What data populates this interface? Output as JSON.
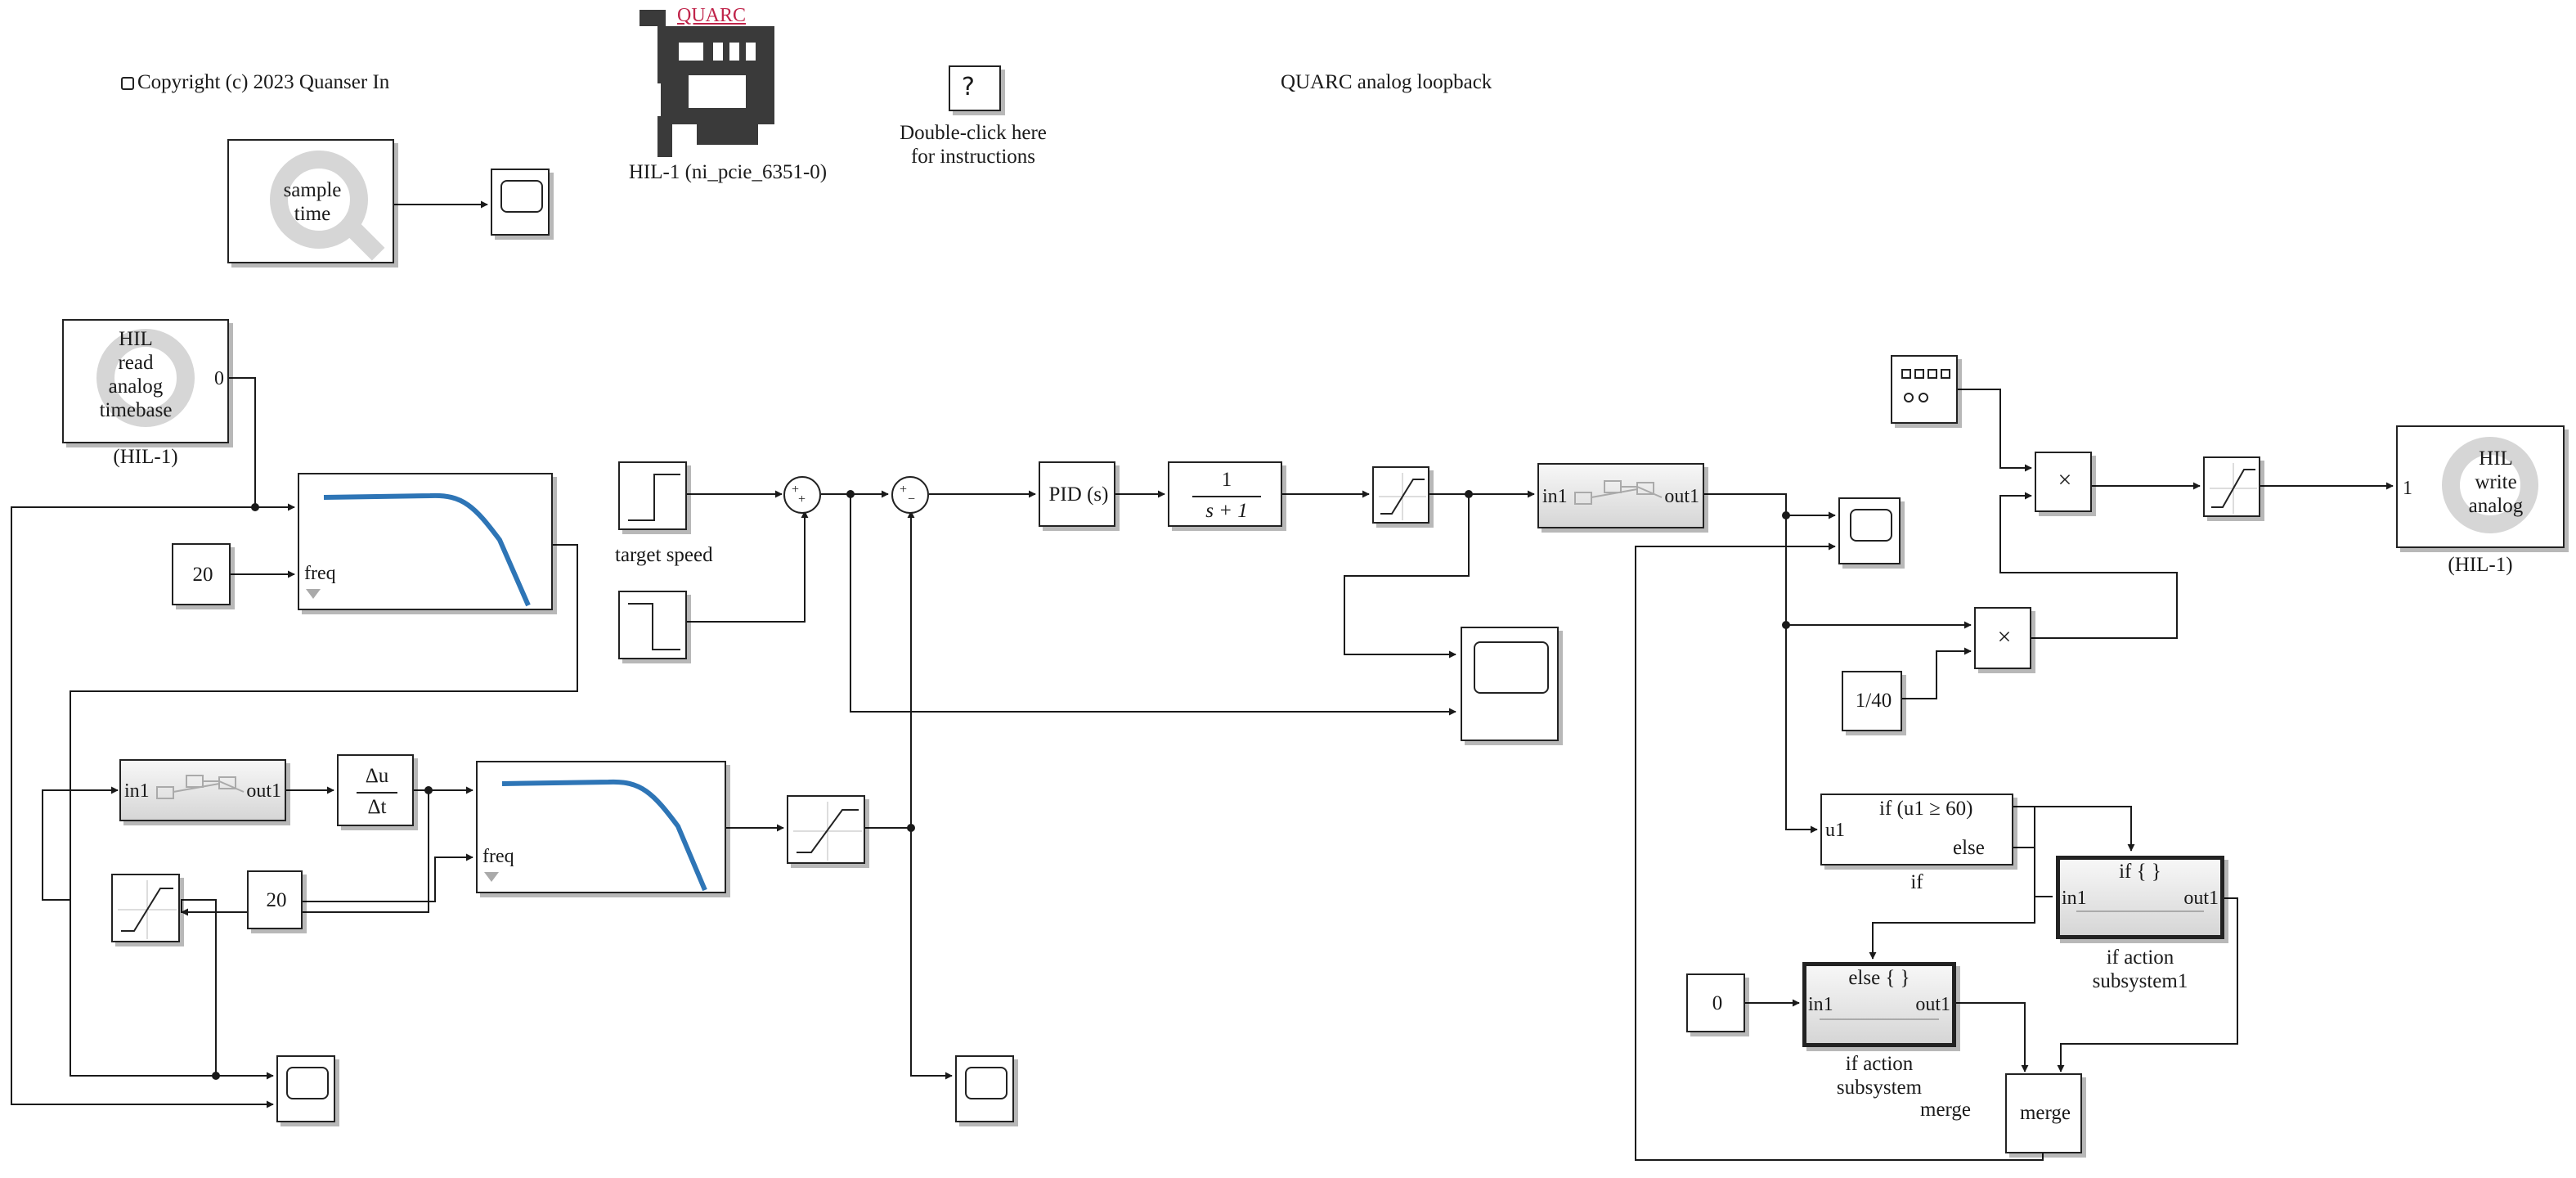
{
  "header": {
    "copyright": "Copyright (c) 2023 Quanser In",
    "quarc_logo_text": "QUARC",
    "hil_board_label": "HIL-1 (ni_pcie_6351-0)",
    "instructions_label_line1": "Double-click here",
    "instructions_label_line2": "for instructions",
    "model_title": "QUARC analog loopback"
  },
  "blocks": {
    "sample_time": {
      "line1": "sample",
      "line2": "time"
    },
    "hil_read_timebase": {
      "line1": "HIL",
      "line2": "read",
      "line3": "analog",
      "line4": "timebase",
      "port": "0",
      "caption": "(HIL-1)"
    },
    "freq_const_top": {
      "value": "20"
    },
    "freq_const_bottom": {
      "value": "20"
    },
    "chirp_top": {
      "port": "freq"
    },
    "chirp_bottom": {
      "port": "freq"
    },
    "target_speed": {
      "caption": "target speed"
    },
    "pid": {
      "label": "PID (s)"
    },
    "transfer_fn": {
      "num": "1",
      "den": "s + 1"
    },
    "plant_sub_top": {
      "in": "in1",
      "out": "out1"
    },
    "plant_sub_bottom": {
      "in": "in1",
      "out": "out1"
    },
    "derivative": {
      "num": "Δu",
      "den": "Δt"
    },
    "sum_signs": {
      "plus": "+",
      "minus": "−"
    },
    "product_top": {
      "symbol": "×"
    },
    "product_bottom": {
      "symbol": "×"
    },
    "gain_const": {
      "value": "1/40"
    },
    "if_block": {
      "in": "u1",
      "cond": "if (u1 ≥ 60)",
      "else": "else",
      "caption": "if"
    },
    "if_action_1": {
      "title": "if { }",
      "in": "in1",
      "out": "out1",
      "caption1": "if action",
      "caption2": "subsystem1"
    },
    "if_action_0": {
      "title": "else { }",
      "in": "in1",
      "out": "out1",
      "caption1": "if action",
      "caption2": "subsystem"
    },
    "zero_const": {
      "value": "0"
    },
    "merge": {
      "label": "merge",
      "caption": "merge"
    },
    "hil_write": {
      "line1": "HIL",
      "line2": "write",
      "line3": "analog",
      "port": "1",
      "caption": "(HIL-1)"
    }
  },
  "colors": {
    "chirp_curve": "#2e75b6",
    "quarc_red": "#c0244a",
    "logo_gray": "#d6d6d6",
    "line": "#1a1a1a"
  }
}
